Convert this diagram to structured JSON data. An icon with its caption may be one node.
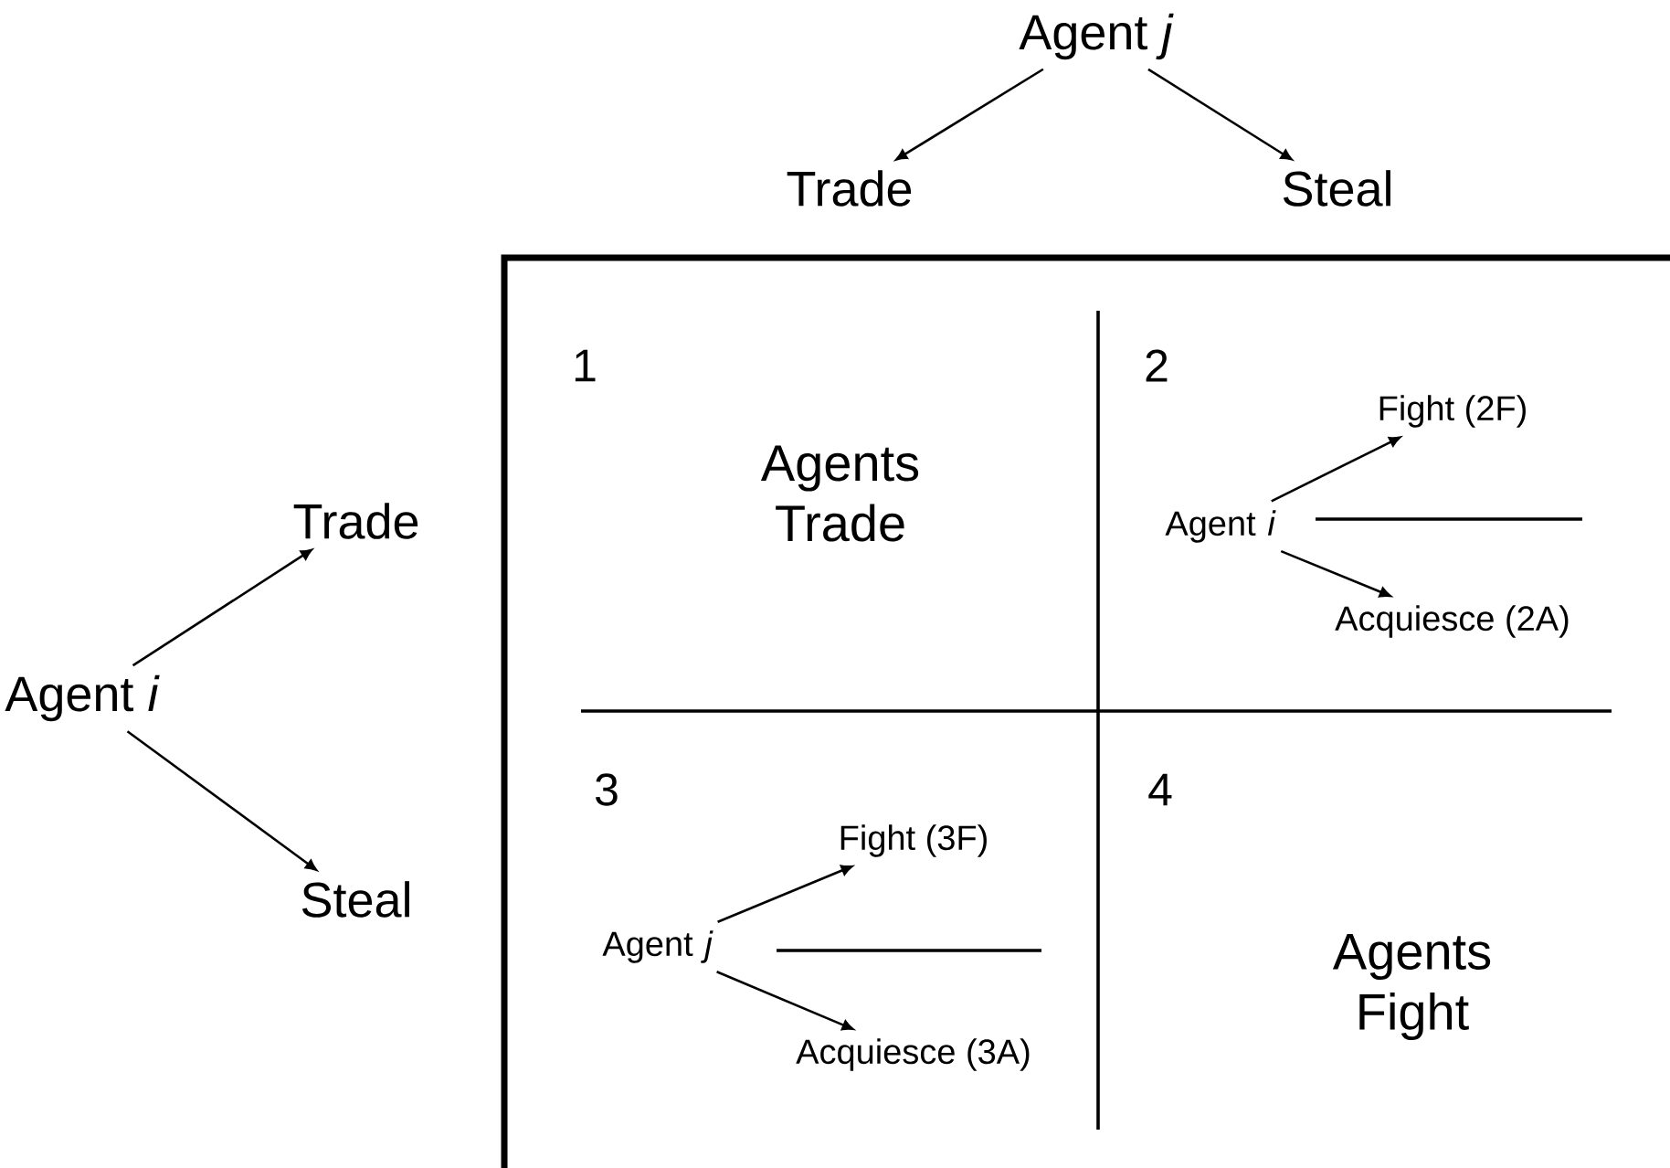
{
  "diagram": {
    "nodes": [
      {
        "text": [
          "Agent *j*"
        ]
      },
      {
        "text": [
          "Trade"
        ]
      },
      {
        "text": [
          "Steal"
        ]
      },
      {
        "text": [
          "Agent *i*"
        ]
      },
      {
        "text": [
          "Trade"
        ]
      },
      {
        "text": [
          "Steal"
        ]
      },
      {
        "text": [],
        "shape": "box"
      },
      {
        "text": [
          "Agent *i*"
        ],
        "in": 6
      },
      {
        "text": [
          "Fight (2F)"
        ],
        "in": 6
      },
      {
        "text": [
          "Acquiesce (2A)"
        ],
        "in": 6
      },
      {
        "text": [
          "Agent *j*"
        ],
        "in": 6
      },
      {
        "text": [
          "Fight (3F)"
        ],
        "in": 6
      },
      {
        "text": [
          "Acquiesce (3A)"
        ],
        "in": 6
      }
    ],
    "edges": [
      {
        "from": 0,
        "to": 1,
        "arrow": "to"
      },
      {
        "from": 0,
        "to": 2,
        "arrow": "to"
      },
      {
        "from": 3,
        "to": 4,
        "arrow": "to"
      },
      {
        "from": 3,
        "to": 5,
        "arrow": "to"
      },
      {
        "from": 7,
        "to": 8,
        "arrow": "to"
      },
      {
        "from": 7,
        "to": 9,
        "arrow": "to"
      },
      {
        "from": 10,
        "to": 11,
        "arrow": "to"
      },
      {
        "from": 10,
        "to": 12,
        "arrow": "to"
      }
    ],
    "labels": [
      "1",
      "Agents Trade",
      "2",
      "3",
      "4",
      "Agents Fight"
    ]
  }
}
